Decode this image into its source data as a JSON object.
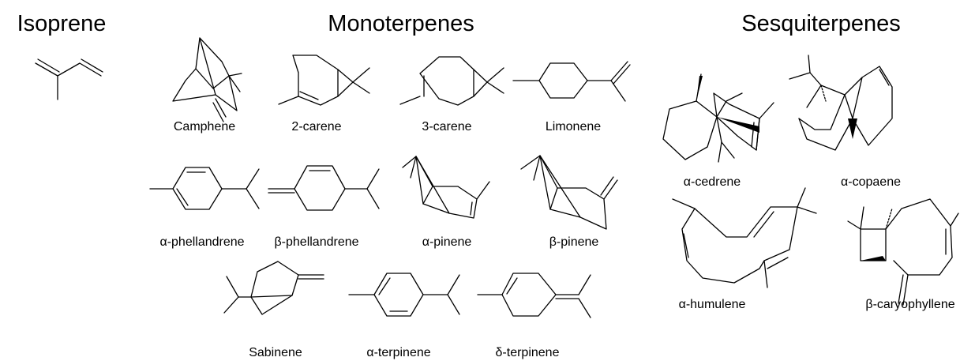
{
  "headings": {
    "isoprene": "Isoprene",
    "monoterpenes": "Monoterpenes",
    "sesquiterpenes": "Sesquiterpenes"
  },
  "labels": {
    "camphene": "Camphene",
    "carene2": "2-carene",
    "carene3": "3-carene",
    "limonene": "Limonene",
    "a_phellandrene": "α-phellandrene",
    "b_phellandrene": "β-phellandrene",
    "a_pinene": "α-pinene",
    "b_pinene": "β-pinene",
    "sabinene": "Sabinene",
    "a_terpinene": "α-terpinene",
    "d_terpinene": "δ-terpinene",
    "a_cedrene": "α-cedrene",
    "a_copaene": "α-copaene",
    "a_humulene": "α-humulene",
    "b_caryophyllene": "β-caryophyllene"
  },
  "line_color": "#000000"
}
